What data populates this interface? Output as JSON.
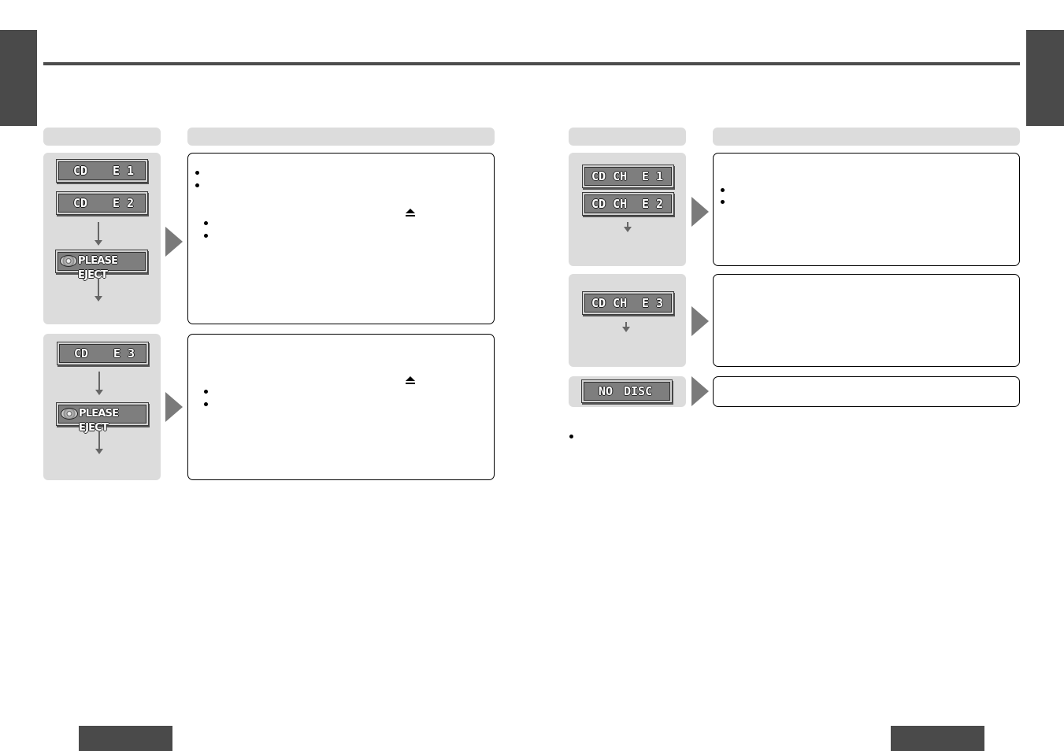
{
  "colors": {
    "tab": "#4a4a4a",
    "panel": "#dcdcdc",
    "lcd_face": "#7e7e7e",
    "arrow": "#7a7a7a"
  },
  "left_panel": {
    "rows": [
      {
        "displays": [
          {
            "left": "CD",
            "right": "E 1"
          },
          {
            "left": "CD",
            "right": "E 2"
          },
          {
            "eject": "PLEASE EJECT"
          }
        ]
      },
      {
        "displays": [
          {
            "left": "CD",
            "right": "E 3"
          },
          {
            "eject": "PLEASE EJECT"
          }
        ]
      }
    ]
  },
  "right_panel": {
    "rows": [
      {
        "displays": [
          {
            "left": "CD CH",
            "right": "E 1"
          },
          {
            "left": "CD CH",
            "right": "E 2"
          }
        ]
      },
      {
        "displays": [
          {
            "left": "CD CH",
            "right": "E 3"
          }
        ]
      },
      {
        "displays": [
          {
            "left": "NO",
            "right": "DISC"
          }
        ]
      }
    ]
  },
  "icons": [
    "eject-icon",
    "disc-icon",
    "arrow-right-icon",
    "arrow-down-icon",
    "bullet-icon"
  ]
}
